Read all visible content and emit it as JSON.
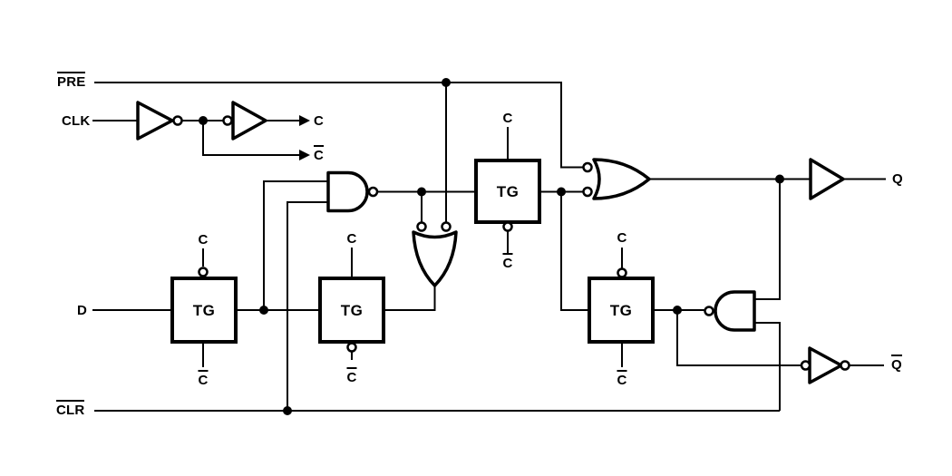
{
  "figure": {
    "type": "logic-circuit-diagram",
    "description": "D-type flip-flop logic diagram built from transmission gates (TG) with preset and clear",
    "background_color": "#ffffff",
    "line_color": "#000000"
  },
  "labels": {
    "pre": "PRE",
    "clk": "CLK",
    "d": "D",
    "clr": "CLR",
    "q": "Q",
    "q_bar": "Q",
    "c": "C",
    "c_bar": "C",
    "tg": "TG"
  },
  "gates": [
    {
      "id": "clk-inverter-1",
      "type": "inverter-output-bubble"
    },
    {
      "id": "clk-inverter-2",
      "type": "inverter-input-bubble"
    },
    {
      "id": "input-nand",
      "type": "nand"
    },
    {
      "id": "feedback-nor",
      "type": "or-with-inverted-inputs-pointing-down"
    },
    {
      "id": "tg1",
      "type": "transmission-gate",
      "top_bubble": true
    },
    {
      "id": "tg2",
      "type": "transmission-gate",
      "bottom_bubble": true
    },
    {
      "id": "tg3",
      "type": "transmission-gate",
      "bottom_bubble": true
    },
    {
      "id": "tg4",
      "type": "transmission-gate",
      "top_bubble": true
    },
    {
      "id": "preset-or",
      "type": "or-with-inverted-inputs"
    },
    {
      "id": "output-nand",
      "type": "mirrored-nand"
    },
    {
      "id": "q-buffer",
      "type": "buffer"
    },
    {
      "id": "qbar-inverter",
      "type": "inverter-double-bubble"
    }
  ]
}
